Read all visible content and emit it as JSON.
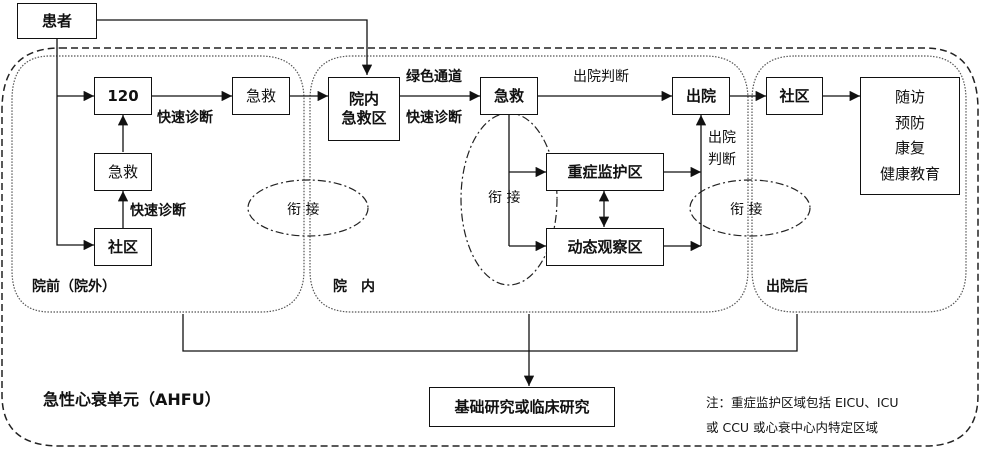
{
  "diagram": {
    "title": "急性心衰单元（AHFU）",
    "nodes": {
      "patient": "患者",
      "call_120": "120",
      "prehospital_rescue": "急救",
      "prehospital_rescue_2": "急救",
      "community_pre": "社区",
      "inhospital_er_line1": "院内",
      "inhospital_er_line2": "急救区",
      "inhospital_rescue": "急救",
      "icu": "重症监护区",
      "observation": "动态观察区",
      "discharge": "出院",
      "community_post": "社区",
      "followup": [
        "随访",
        "预防",
        "康复",
        "健康教育"
      ],
      "research": "基础研究或临床研究"
    },
    "edge_labels": {
      "fast_diag_1": "快速诊断",
      "fast_diag_2": "快速诊断",
      "green_channel": "绿色通道",
      "fast_diag_3": "快速诊断",
      "discharge_judgment_top": "出院判断",
      "discharge_judgment_side_1": "出院",
      "discharge_judgment_side_2": "判断"
    },
    "connections": {
      "link_1": "衔 接",
      "link_2": "衔 接",
      "link_3": "衔 接"
    },
    "sections": {
      "prehospital": "院前（院外）",
      "inhospital": "院　内",
      "posthospital": "出院后"
    },
    "note": {
      "line1": "注：重症监护区域包括 EICU、ICU",
      "line2": "或 CCU 或心衰中心内特定区域"
    }
  }
}
